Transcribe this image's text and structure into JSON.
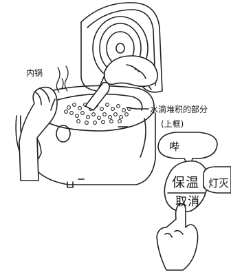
{
  "labels": {
    "inner_pot": "内锅",
    "water_collect": "水滴堆积的部分",
    "upper_frame": "(上框)",
    "beep": "哔",
    "keep_warm": "保温",
    "cancel": "取消",
    "lamp": "灯灭"
  }
}
